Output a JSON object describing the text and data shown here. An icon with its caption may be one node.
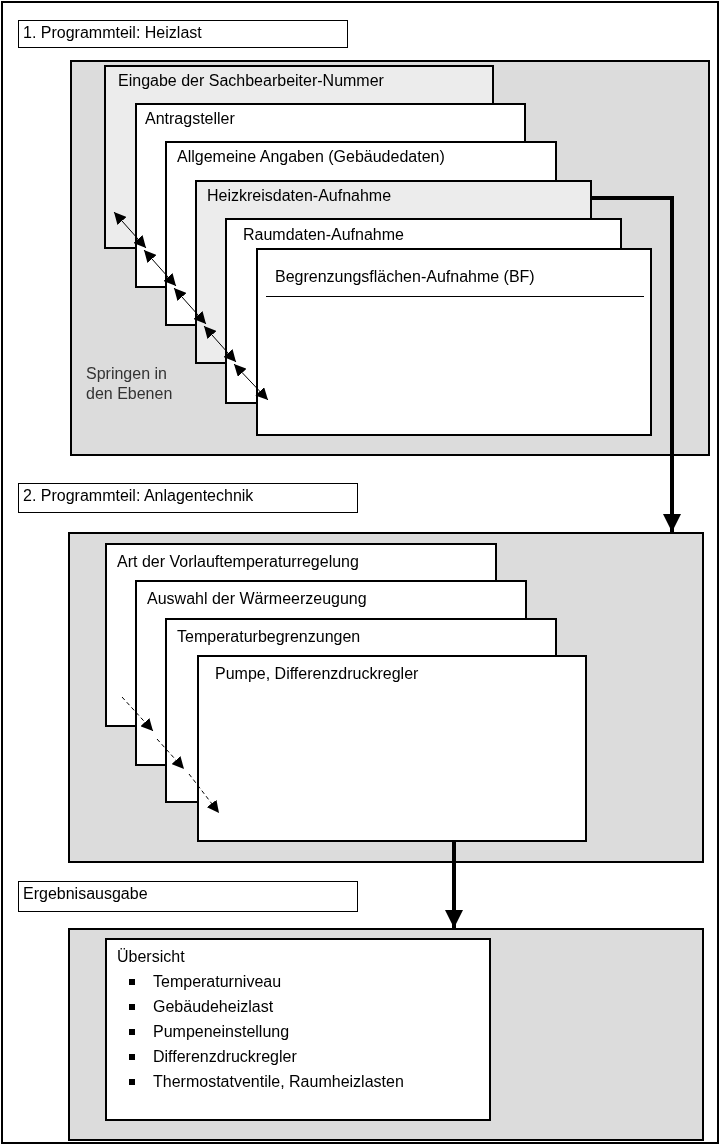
{
  "diagram": {
    "nodes": [
      {
        "text": [
          "1. Programmteil: Heizlast"
        ]
      },
      {
        "text": [
          "Eingabe der Sachbearbeiter-Nummer"
        ],
        "in": 0
      },
      {
        "text": [
          "Antragsteller"
        ],
        "in": 0
      },
      {
        "text": [
          "Allgemeine Angaben (Gebäudedaten)"
        ],
        "in": 0
      },
      {
        "text": [
          "Heizkreisdaten-Aufnahme"
        ],
        "in": 0
      },
      {
        "text": [
          "Raumdaten-Aufnahme"
        ],
        "in": 0
      },
      {
        "text": [
          "Begrenzungsflächen-Aufnahme (BF)"
        ],
        "in": 0
      },
      {
        "text": [
          "2. Programmteil: Anlagentechnik"
        ]
      },
      {
        "text": [
          "Art der Vorlauftemperaturregelung"
        ],
        "in": 7
      },
      {
        "text": [
          "Auswahl der Wärmeerzeugung"
        ],
        "in": 7
      },
      {
        "text": [
          "Temperaturbegrenzungen"
        ],
        "in": 7
      },
      {
        "text": [
          "Pumpe, Differenzdruckregler"
        ],
        "in": 7
      },
      {
        "text": [
          "Ergebnisausgabe"
        ]
      },
      {
        "text": [
          "Übersicht",
          "Temperaturniveau",
          "Gebäudeheizlast",
          "Pumpeneinstellung",
          "Differenzdruckregler",
          "Thermostatventile, Raumheizlasten"
        ],
        "in": 12
      }
    ],
    "edges": [
      {
        "from": 4,
        "to": 7,
        "arrow": "to"
      },
      {
        "from": 11,
        "to": 12,
        "arrow": "to"
      }
    ],
    "labels": [
      "Springen in den Ebenen"
    ]
  }
}
